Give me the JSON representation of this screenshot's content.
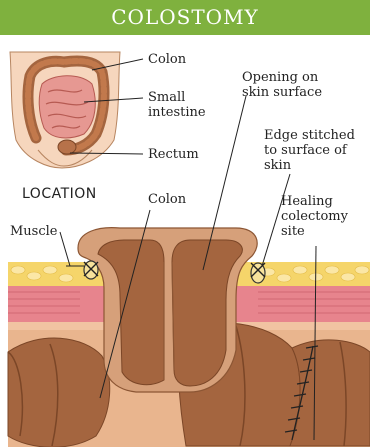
{
  "title": "COLOSTOMY",
  "location_caption": "LOCATION",
  "labels": {
    "colon_top": "Colon",
    "small_intestine": "Small\nintestine",
    "rectum": "Rectum",
    "opening": "Opening on\nskin surface",
    "edge": "Edge stitched\nto surface of\nskin",
    "colon_main": "Colon",
    "healing": "Healing\ncolectomy\nsite",
    "muscle": "Muscle"
  },
  "colors": {
    "title_bar": "#7fb13e",
    "title_text": "#ffffff",
    "fat": "#f5d56a",
    "muscle": "#e7848d",
    "skin": "#f1c3a2",
    "colon_dark": "#a4653f",
    "colon_light": "#d6a07a"
  }
}
